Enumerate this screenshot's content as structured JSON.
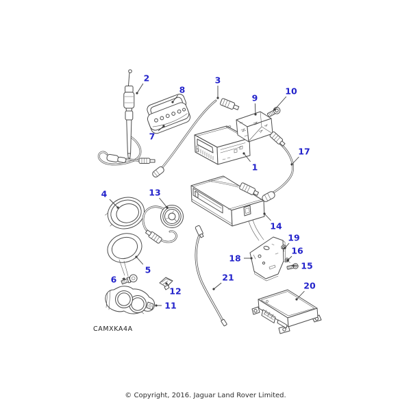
{
  "diagram": {
    "figure_code": "CAMXKA4A",
    "copyright": "© Copyright, 2016. Jaguar Land Rover Limited.",
    "colors": {
      "callout": "#2323cb",
      "line": "#4a4a4a",
      "background": "#ffffff"
    },
    "parts": [
      {
        "num": "1",
        "part": "radio-head-unit",
        "label": [
          372,
          244
        ],
        "target": [
          356,
          224
        ]
      },
      {
        "num": "2",
        "part": "antenna-mast",
        "label": [
          214,
          114
        ],
        "target": [
          200,
          136
        ]
      },
      {
        "num": "3",
        "part": "antenna-cable",
        "label": [
          318,
          117
        ],
        "target": [
          318,
          143
        ]
      },
      {
        "num": "4",
        "part": "speaker",
        "label": [
          152,
          283
        ],
        "target": [
          172,
          303
        ]
      },
      {
        "num": "5",
        "part": "speaker-trim-ring",
        "label": [
          216,
          394
        ],
        "target": [
          199,
          375
        ]
      },
      {
        "num": "6",
        "part": "screw",
        "label": [
          166,
          408
        ],
        "target": [
          181,
          407
        ]
      },
      {
        "num": "7",
        "part": "bracket-lower",
        "label": [
          222,
          199
        ],
        "target": [
          239,
          184
        ]
      },
      {
        "num": "8",
        "part": "bracket-upper",
        "label": [
          266,
          131
        ],
        "target": [
          252,
          149
        ]
      },
      {
        "num": "9",
        "part": "radio-mounting-cage",
        "label": [
          372,
          143
        ],
        "target": [
          373,
          167
        ]
      },
      {
        "num": "10",
        "part": "knob",
        "label": [
          425,
          133
        ],
        "target": [
          401,
          160
        ]
      },
      {
        "num": "11",
        "part": "speaker-pod",
        "label": [
          249,
          446
        ],
        "target": [
          228,
          446
        ]
      },
      {
        "num": "12",
        "part": "clip",
        "label": [
          256,
          425
        ],
        "target": [
          243,
          414
        ]
      },
      {
        "num": "13",
        "part": "tweeter-speaker",
        "label": [
          226,
          281
        ],
        "target": [
          244,
          303
        ]
      },
      {
        "num": "14",
        "part": "cd-changer",
        "label": [
          403,
          330
        ],
        "target": [
          386,
          312
        ]
      },
      {
        "num": "15",
        "part": "bolt",
        "label": [
          448,
          388
        ],
        "target": [
          428,
          388
        ]
      },
      {
        "num": "16",
        "part": "washer",
        "label": [
          434,
          366
        ],
        "target": [
          420,
          380
        ]
      },
      {
        "num": "17",
        "part": "link-cable",
        "label": [
          444,
          221
        ],
        "target": [
          426,
          240
        ]
      },
      {
        "num": "18",
        "part": "mounting-plate",
        "label": [
          343,
          377
        ],
        "target": [
          367,
          377
        ]
      },
      {
        "num": "19",
        "part": "nut",
        "label": [
          429,
          347
        ],
        "target": [
          416,
          362
        ]
      },
      {
        "num": "20",
        "part": "amplifier",
        "label": [
          452,
          417
        ],
        "target": [
          433,
          437
        ]
      },
      {
        "num": "21",
        "part": "aerial-lead",
        "label": [
          333,
          405
        ],
        "target": [
          312,
          422
        ]
      }
    ]
  }
}
